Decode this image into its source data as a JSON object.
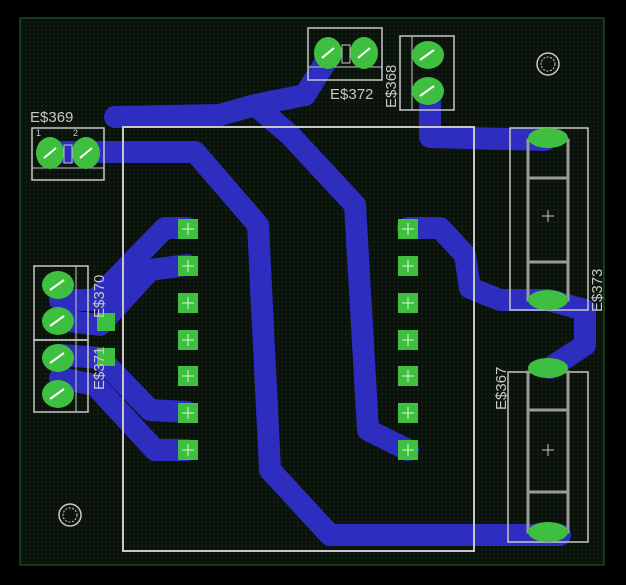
{
  "colors": {
    "background": "#000000",
    "board_fill": "#0d160d",
    "board_outline": "#1c6e2b",
    "trace": "#2d2dbf",
    "pad_green": "#3fbf3f",
    "pad_light": "#9ae89a",
    "silk": "#c8c8c8"
  },
  "labels": {
    "e369": "E$369",
    "e368": "E$368",
    "e372": "E$372",
    "e370": "E$370",
    "e371": "E$371",
    "e373": "E$373",
    "e367": "E$367"
  },
  "pins": {
    "one": "1",
    "two": "2"
  },
  "icons": {
    "mounting_hole": "mounting-hole-icon",
    "fuse": "fuse-icon",
    "terminal": "terminal-block-icon"
  }
}
